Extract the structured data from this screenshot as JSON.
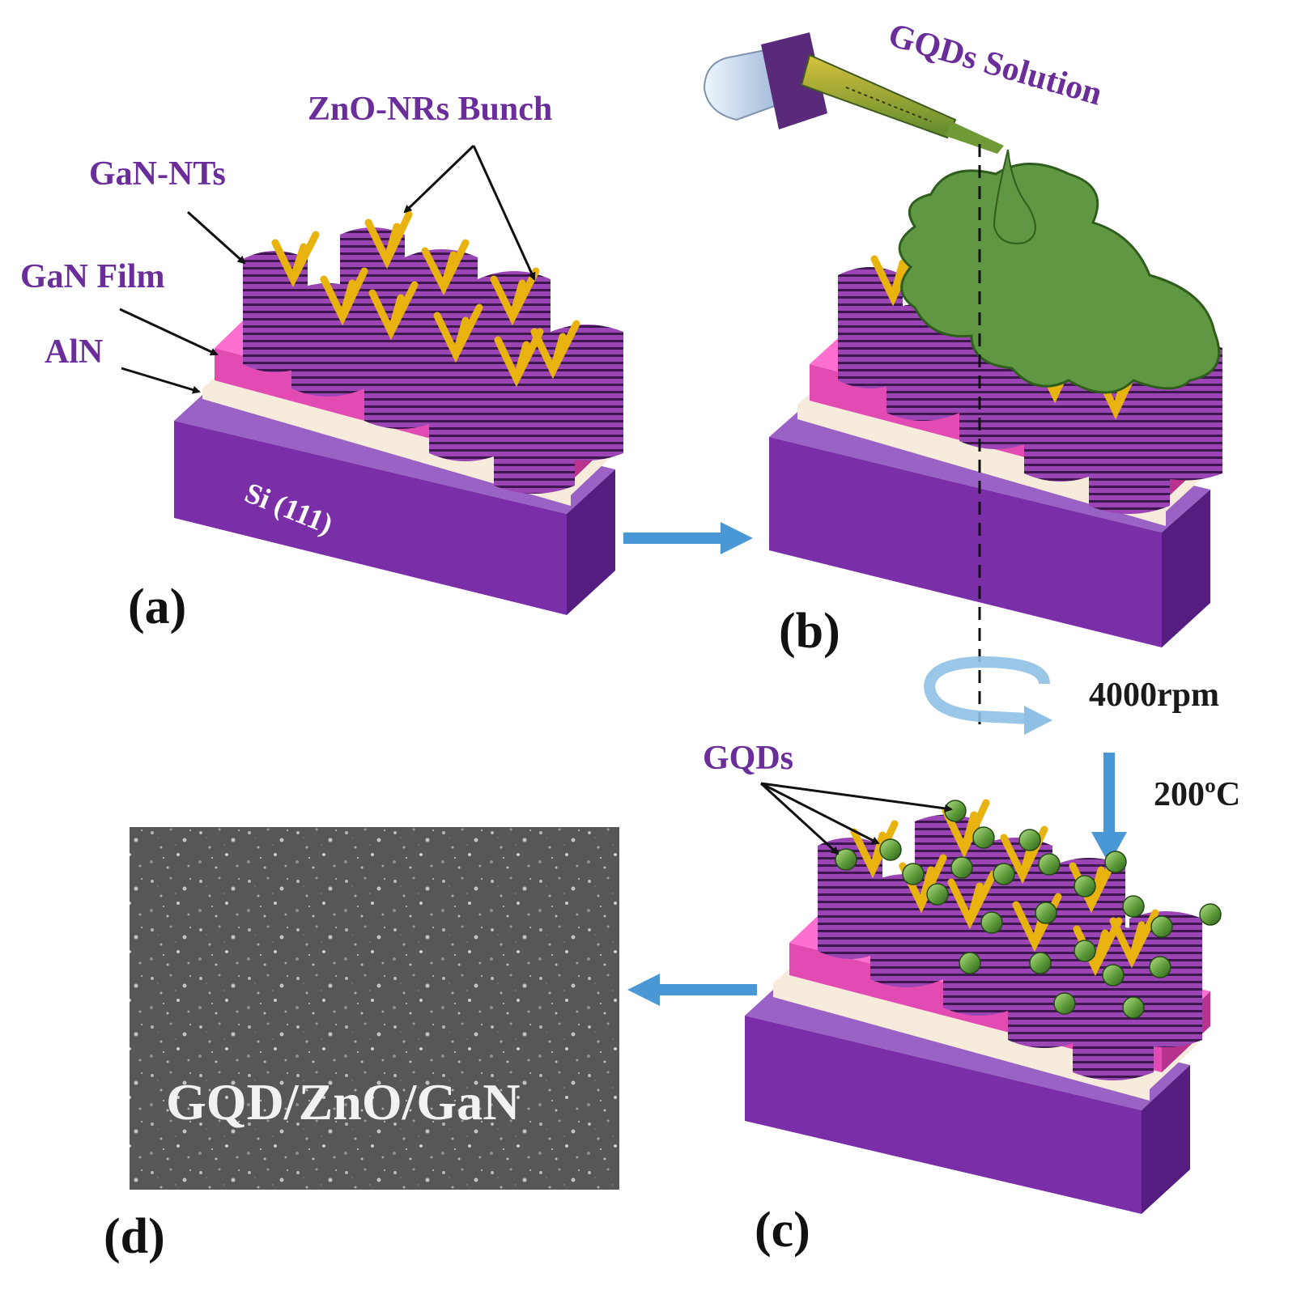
{
  "labels": {
    "zno_bunch": "ZnO-NRs Bunch",
    "gan_nts": "GaN-NTs",
    "gan_film": "GaN Film",
    "aln": "AlN",
    "si": "Si (111)",
    "gqds_solution": "GQDs Solution",
    "rpm": "4000rpm",
    "temp": "200ºC",
    "gqds": "GQDs",
    "sem_text": "GQD/ZnO/GaN"
  },
  "captions": {
    "a": "(a)",
    "b": "(b)",
    "c": "(c)",
    "d": "(d)"
  },
  "colors": {
    "label_purple": "#6a2d9a",
    "si_base": "#7a2fa8",
    "gan_film": "#e851b9",
    "aln": "#f7ebdc",
    "nanotube": "#8e3aa6",
    "zno": "#e9b30f",
    "gqd": "#5d9b3a",
    "solution": "#5f9743",
    "arrow_blue": "#4a97d6"
  }
}
